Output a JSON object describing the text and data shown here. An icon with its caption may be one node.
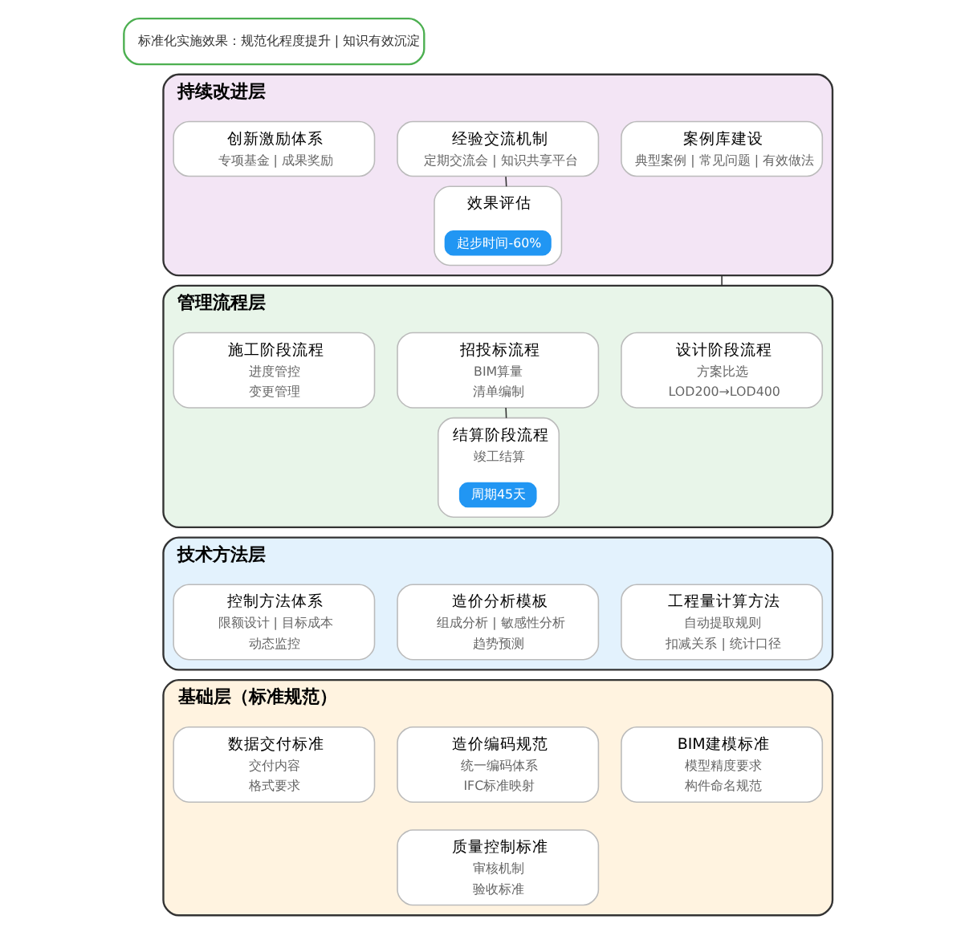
{
  "diagram": {
    "nodes": [
      {
        "text": [
          "持续改进层"
        ]
      },
      {
        "text": [
          "标准化实施效果：规范化程度提升 | 知识有效沉淀"
        ]
      },
      {
        "text": [
          "案例库建设",
          "典型案例 | 常见问题 | 有效做法"
        ],
        "in": 0
      },
      {
        "text": [
          "经验交流机制",
          "定期交流会 | 知识共享平台"
        ],
        "in": 0
      },
      {
        "text": [
          "创新激励体系",
          "专项基金 | 成果奖励"
        ],
        "in": 0
      },
      {
        "text": [
          "效果评估"
        ],
        "in": 0
      },
      {
        "text": [
          "起步时间-60%"
        ],
        "in": 5
      },
      {
        "text": [
          "管理流程层"
        ]
      },
      {
        "text": [
          "设计阶段流程",
          "方案比选",
          "LOD200→LOD400"
        ],
        "in": 7
      },
      {
        "text": [
          "招投标流程",
          "BIM算量",
          "清单编制"
        ],
        "in": 7
      },
      {
        "text": [
          "施工阶段流程",
          "进度管控",
          "变更管理"
        ],
        "in": 7
      },
      {
        "text": [
          "结算阶段流程",
          "竣工结算"
        ],
        "in": 7
      },
      {
        "text": [
          "周期45天"
        ],
        "in": 11
      },
      {
        "text": [
          "技术方法层"
        ]
      },
      {
        "text": [
          "工程量计算方法",
          "自动提取规则",
          "扣减关系 | 统计口径"
        ],
        "in": 13
      },
      {
        "text": [
          "造价分析模板",
          "组成分析 | 敏感性分析",
          "趋势预测"
        ],
        "in": 13
      },
      {
        "text": [
          "控制方法体系",
          "限额设计 | 目标成本",
          "动态监控"
        ],
        "in": 13
      },
      {
        "text": [
          "基础层（标准规范）"
        ]
      },
      {
        "text": [
          "BIM建模标准",
          "模型精度要求",
          "构件命名规范"
        ],
        "in": 17
      },
      {
        "text": [
          "造价编码规范",
          "统一编码体系",
          "IFC标准映射"
        ],
        "in": 17
      },
      {
        "text": [
          "数据交付标准",
          "交付内容",
          "格式要求"
        ],
        "in": 17
      },
      {
        "text": [
          "质量控制标准",
          "审核机制",
          "验收标准"
        ],
        "in": 17
      }
    ],
    "edges": [
      {
        "from": 3,
        "to": 5,
        "arrow": "none"
      },
      {
        "from": 0,
        "to": 7,
        "arrow": "none"
      },
      {
        "from": 9,
        "to": 11,
        "arrow": "none"
      }
    ]
  }
}
